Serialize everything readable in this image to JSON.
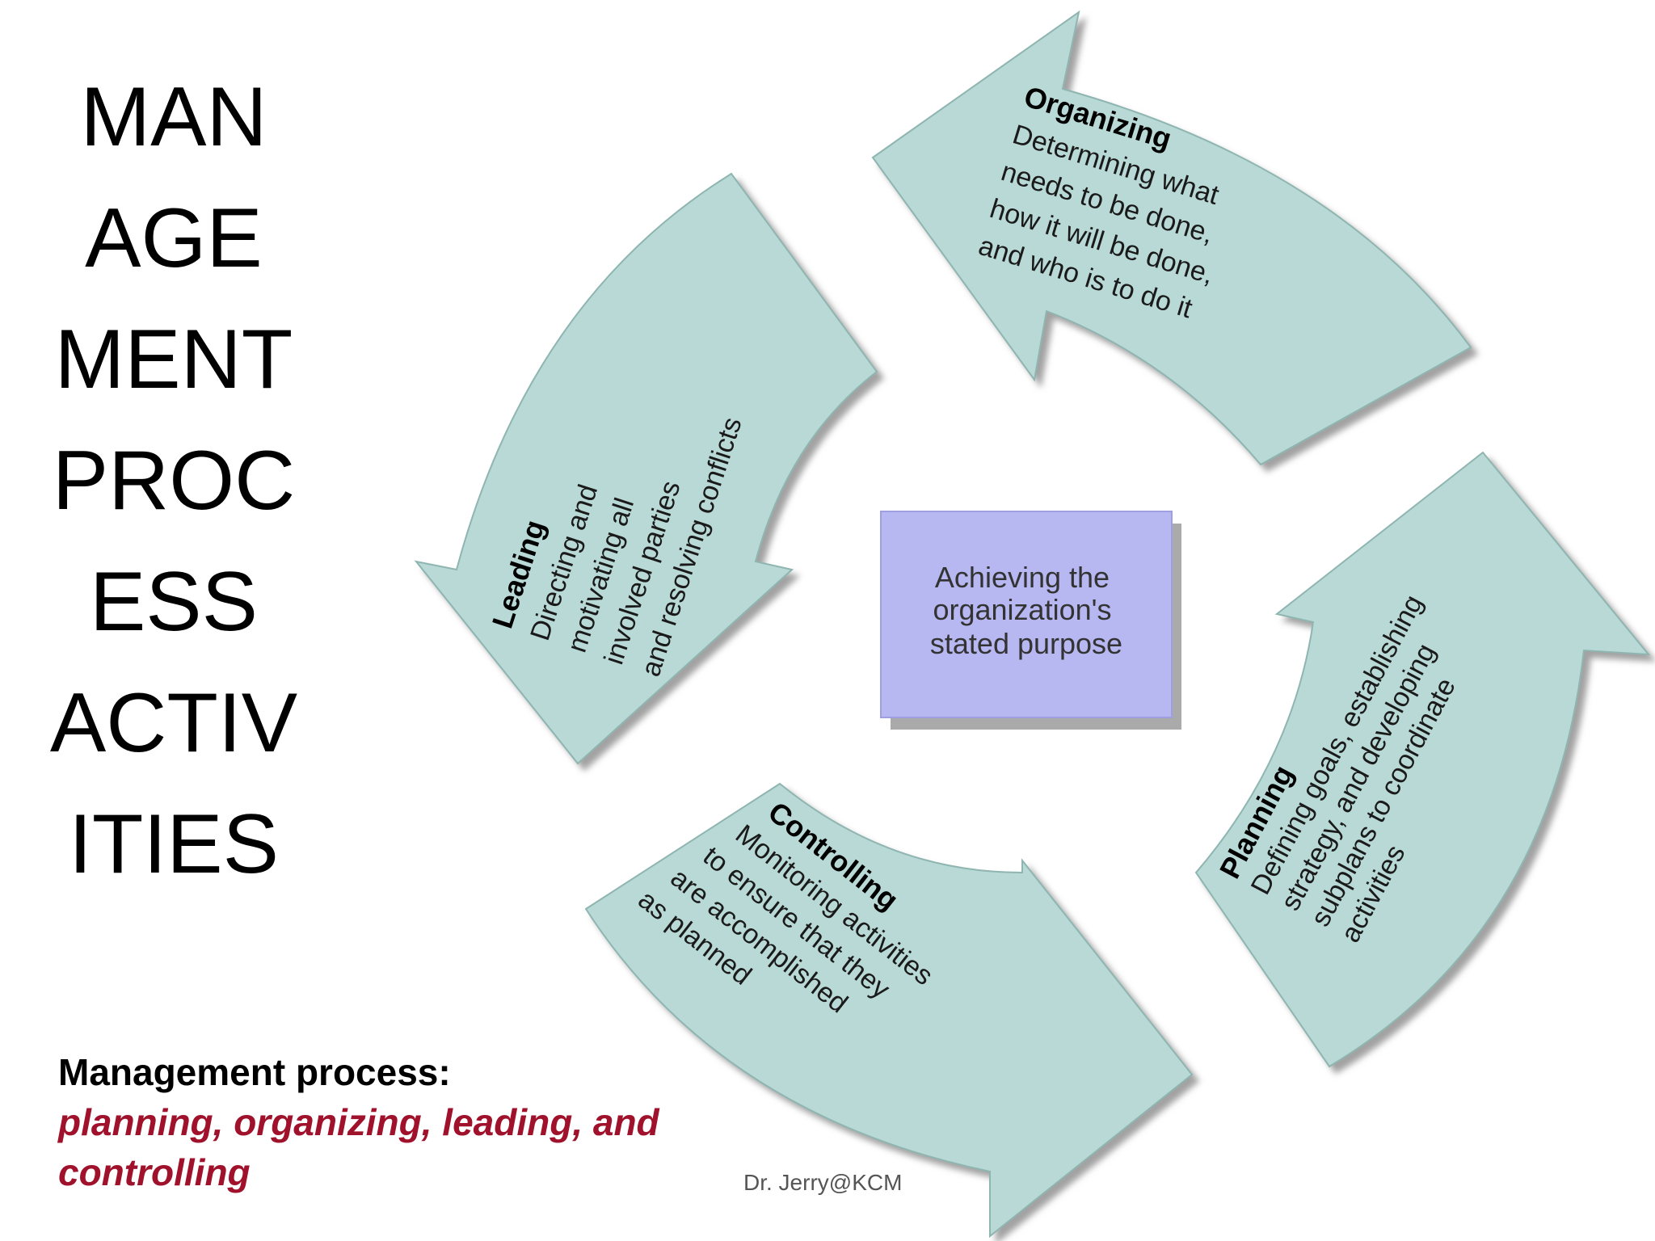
{
  "title_lines": [
    "MAN",
    "AGE",
    "MENT",
    "PROC",
    "ESS",
    "ACTIV",
    "ITIES"
  ],
  "center": {
    "lines": [
      "Achieving the",
      "organization's",
      "stated purpose"
    ]
  },
  "activities": {
    "organizing": {
      "title": "Organizing",
      "lines": [
        "Determining what",
        "needs to be done,",
        "how it will be done,",
        "and who is to do it"
      ]
    },
    "leading": {
      "title": "Leading",
      "lines": [
        "Directing and",
        "motivating all",
        "involved parties",
        "and resolving conflicts"
      ]
    },
    "controlling": {
      "title": "Controlling",
      "lines": [
        "Monitoring activities",
        "to ensure that they",
        "are accomplished",
        "as planned"
      ]
    },
    "planning": {
      "title": "Planning",
      "lines": [
        "Defining goals, establishing",
        "strategy, and developing",
        "subplans to coordinate",
        "activities"
      ]
    }
  },
  "caption": {
    "heading": "Management process:",
    "list": "planning, organizing, leading, and controlling"
  },
  "footer": "Dr. Jerry@KCM",
  "colors": {
    "arrow_fill": "#b8d9d6",
    "arrow_shadow": "#8e8e8e",
    "center_fill": "#b7b8f2",
    "caption_accent": "#a0112b"
  }
}
